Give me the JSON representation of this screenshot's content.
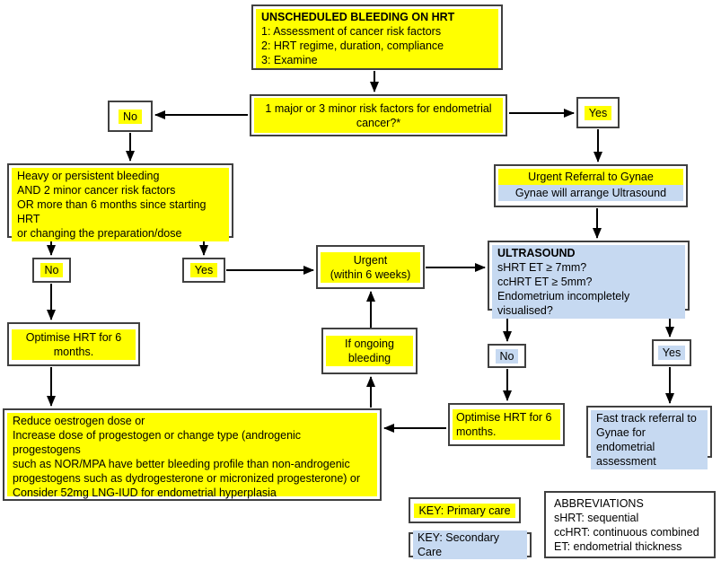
{
  "title": "Unscheduled bleeding on HRT flowchart",
  "colors": {
    "highlight_yellow": "#ffff00",
    "highlight_blue": "#c6d9f1",
    "box_border": "#404040",
    "connector": "#000000"
  },
  "nodes": {
    "start": {
      "title": "UNSCHEDULED BLEEDING ON HRT",
      "lines": [
        "1: Assessment of cancer risk factors",
        "2: HRT regime, duration, compliance",
        "3: Examine"
      ]
    },
    "risk_question": {
      "text": "1 major or 3 minor risk factors for endometrial cancer?*"
    },
    "risk_no": {
      "label": "No"
    },
    "risk_yes": {
      "label": "Yes"
    },
    "heavy_bleeding": {
      "lines": [
        "Heavy or persistent bleeding",
        "AND 2 minor cancer risk factors",
        "OR more than 6 months since starting HRT",
        "or changing the preparation/dose"
      ]
    },
    "urgent_referral": {
      "line_primary": "Urgent Referral to Gynae",
      "line_secondary": "Gynae will arrange Ultrasound"
    },
    "heavy_no": {
      "label": "No"
    },
    "heavy_yes": {
      "label": "Yes"
    },
    "urgent": {
      "lines": [
        "Urgent",
        "(within 6 weeks)"
      ]
    },
    "ultrasound": {
      "title": "ULTRASOUND",
      "lines": [
        "sHRT ET ≥ 7mm?",
        "ccHRT ET ≥ 5mm?",
        "Endometrium incompletely visualised?"
      ]
    },
    "optimise_left": {
      "lines": [
        "Optimise HRT for 6",
        "months."
      ]
    },
    "if_ongoing": {
      "lines": [
        "If ongoing",
        "bleeding"
      ]
    },
    "ultrasound_no": {
      "label": "No"
    },
    "ultrasound_yes": {
      "label": "Yes"
    },
    "reduce": {
      "lines": [
        "Reduce oestrogen dose or",
        "Increase dose of progestogen or change type (androgenic progestogens",
        "such as NOR/MPA have better bleeding profile than non-androgenic",
        "progestogens such as dydrogesterone or micronized progesterone) or",
        "Consider 52mg LNG-IUD for endometrial hyperplasia"
      ]
    },
    "optimise_right": {
      "lines": [
        "Optimise HRT for 6",
        "months."
      ]
    },
    "fast_track": {
      "lines": [
        "Fast track referral to",
        "Gynae for endometrial",
        "assessment"
      ]
    },
    "key_primary": {
      "label": "KEY: Primary care"
    },
    "key_secondary": {
      "label": "KEY: Secondary Care"
    },
    "abbreviations": {
      "title": "ABBREVIATIONS",
      "lines": [
        "sHRT: sequential",
        "ccHRT: continuous combined",
        "ET: endometrial thickness"
      ]
    }
  }
}
